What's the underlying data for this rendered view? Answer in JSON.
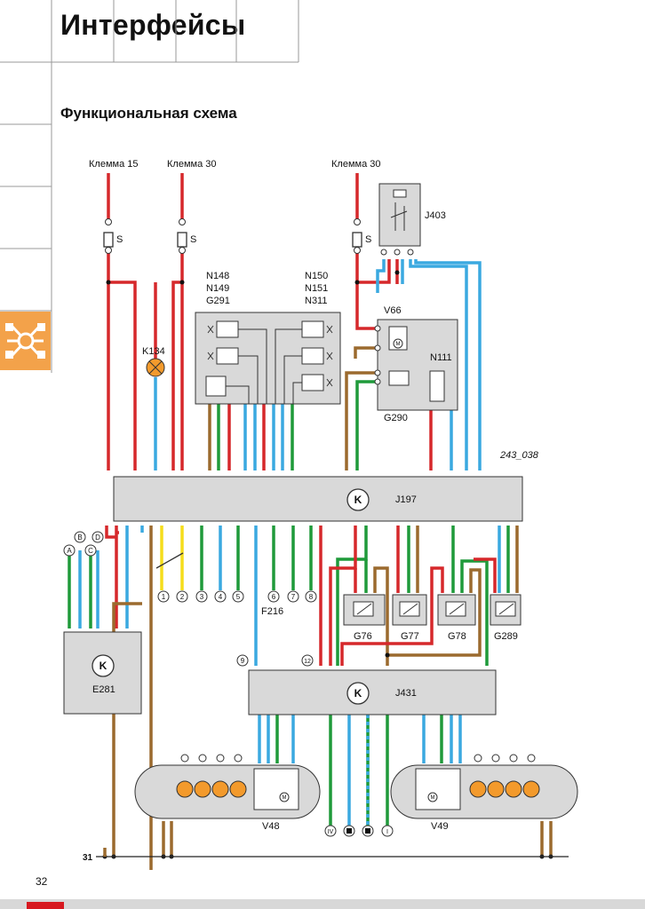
{
  "header": {
    "title": "Интерфейсы",
    "subtitle": "Функциональная схема",
    "figure_id": "243_038",
    "page_number": "32"
  },
  "colors": {
    "red": "#d6282b",
    "blue": "#3aa9e0",
    "green": "#1f9a3a",
    "brown": "#9b6a2e",
    "yellow": "#f5dd1c",
    "lamp": "#f39a2c",
    "module_fill": "#d9d9d9",
    "tab_accent": "#f3a24a"
  },
  "labels": {
    "klemma15": "Клемма 15",
    "klemma30_a": "Клемма 30",
    "klemma30_b": "Клемма 30",
    "fuse_s": "S",
    "n148": "N148",
    "n149": "N149",
    "g291": "G291",
    "n150": "N150",
    "n151": "N151",
    "n311": "N311",
    "j403": "J403",
    "v66": "V66",
    "n111": "N111",
    "g290": "G290",
    "k134": "K134",
    "j197": "J197",
    "j431": "J431",
    "e281": "E281",
    "g76": "G76",
    "g77": "G77",
    "g78": "G78",
    "g289": "G289",
    "f216": "F216",
    "v48": "V48",
    "v49": "V49",
    "ground31": "31",
    "k_symbol": "K",
    "m_symbol": "M",
    "pin_a": "A",
    "pin_b": "B",
    "pin_c": "C",
    "pin_d": "D",
    "pin_1": "1",
    "pin_2": "2",
    "pin_3": "3",
    "pin_4": "4",
    "pin_5": "5",
    "pin_6": "6",
    "pin_7": "7",
    "pin_8": "8",
    "pin_9": "9",
    "pin_12": "12",
    "pin_iv": "IV",
    "pin_i": "I"
  }
}
